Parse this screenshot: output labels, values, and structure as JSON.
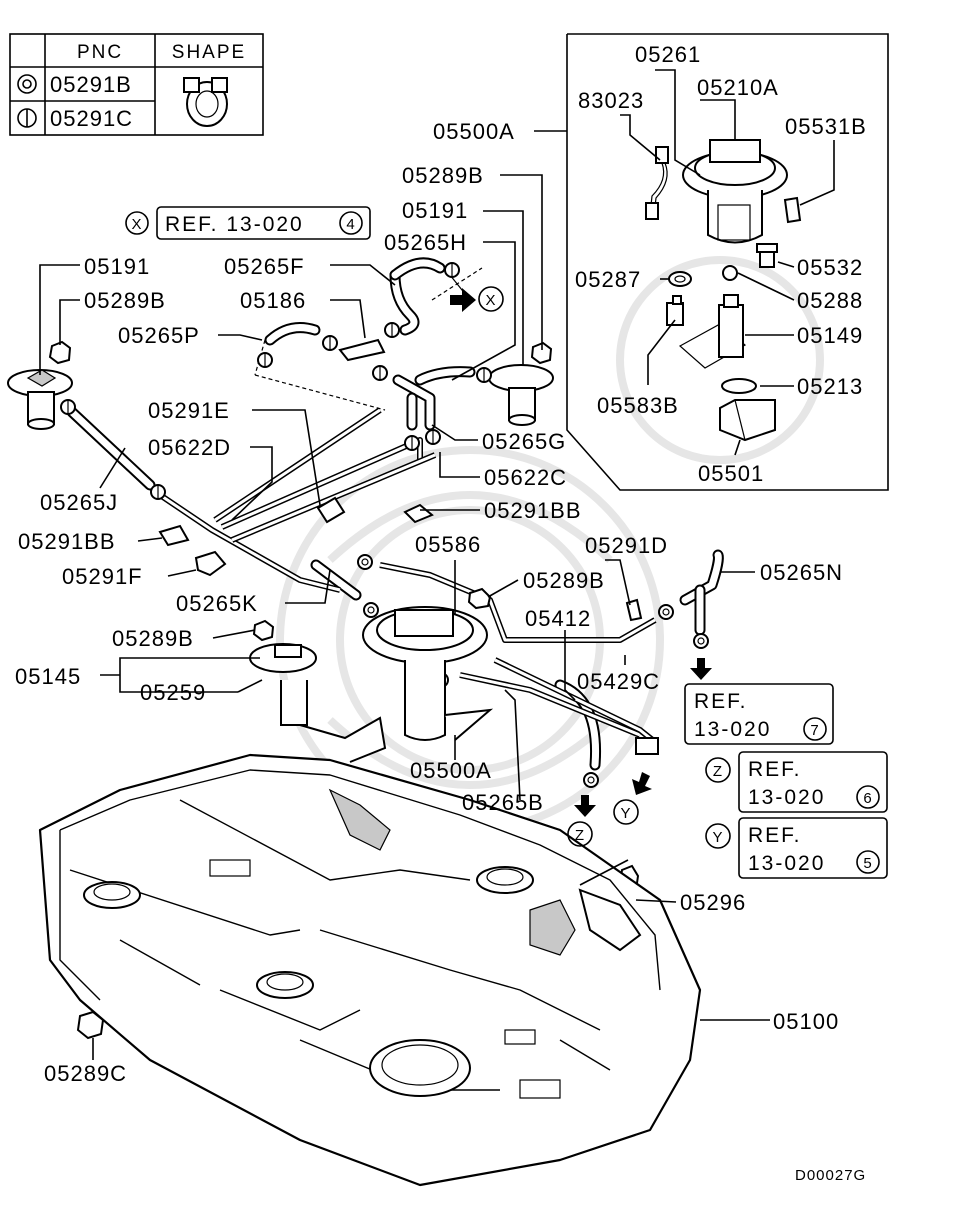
{
  "legend": {
    "headers": [
      "PNC",
      "SHAPE"
    ],
    "rows": [
      {
        "pnc": "05291B",
        "symbol": "double-circle-clip-icon"
      },
      {
        "pnc": "05291C",
        "symbol": "circle-bar-clip-icon"
      }
    ]
  },
  "refs": [
    {
      "tag": "X",
      "text": "REF. 13-020",
      "num": "4"
    },
    {
      "tag": "",
      "text1": "REF.",
      "text2": "13-020",
      "num": "7"
    },
    {
      "tag": "Z",
      "text1": "REF.",
      "text2": "13-020",
      "num": "6"
    },
    {
      "tag": "Y",
      "text1": "REF.",
      "text2": "13-020",
      "num": "5"
    }
  ],
  "arrow_tags": {
    "x": "X",
    "z": "Z",
    "y": "Y"
  },
  "labels": {
    "l05261": "05261",
    "l05210A": "05210A",
    "l83023": "83023",
    "l05531B": "05531B",
    "l05500A_top": "05500A",
    "l05289B_1": "05289B",
    "l05191_1": "05191",
    "l05265H": "05265H",
    "l05191_2": "05191",
    "l05265F": "05265F",
    "l05289B_2": "05289B",
    "l05186": "05186",
    "l05265P": "05265P",
    "l05287": "05287",
    "l05532": "05532",
    "l05288": "05288",
    "l05149": "05149",
    "l05213": "05213",
    "l05583B": "05583B",
    "l05501": "05501",
    "l05291E": "05291E",
    "l05622D": "05622D",
    "l05265G": "05265G",
    "l05622C": "05622C",
    "l05265J": "05265J",
    "l05291BB_1": "05291BB",
    "l05291BB_2": "05291BB",
    "l05586": "05586",
    "l05291D": "05291D",
    "l05265N": "05265N",
    "l05291F": "05291F",
    "l05289B_3": "05289B",
    "l05265K": "05265K",
    "l05412": "05412",
    "l05289B_4": "05289B",
    "l05145": "05145",
    "l05259": "05259",
    "l05429C": "05429C",
    "l05500A_mid": "05500A",
    "l05265B": "05265B",
    "l05296": "05296",
    "l05100": "05100",
    "l05289C": "05289C"
  },
  "diagram_code": "D00027G"
}
